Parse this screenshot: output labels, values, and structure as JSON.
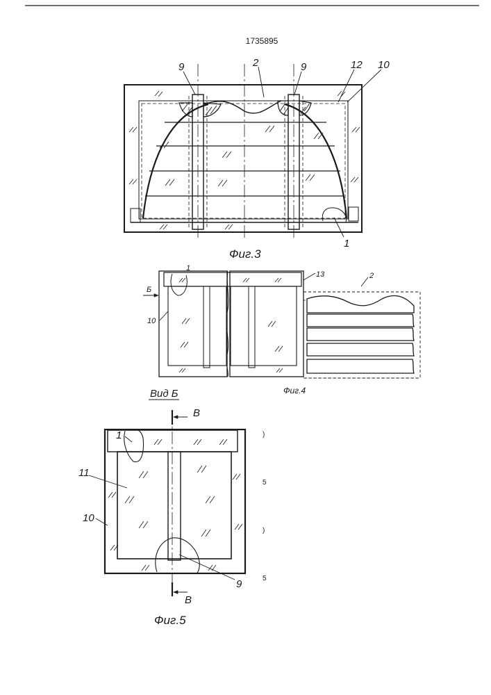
{
  "document": {
    "number": "1735895"
  },
  "figure3": {
    "caption": "Фиг.3",
    "labels": {
      "pin_left": "9",
      "workpiece": "2",
      "pin_right": "9",
      "liner": "12",
      "housing": "10",
      "base": "1"
    }
  },
  "figure4": {
    "caption": "Фиг.4",
    "labels": {
      "base": "1",
      "view_arrow": "Б",
      "housing": "10",
      "plate": "13",
      "workpiece": "2"
    }
  },
  "figure5": {
    "title": "Вид Б",
    "caption": "Фиг.5",
    "labels": {
      "section_top": "В",
      "section_bottom": "В",
      "base": "1",
      "liner": "11",
      "housing": "10",
      "pin": "9"
    }
  },
  "margin_marks": [
    ")",
    "5",
    ")",
    "5"
  ]
}
